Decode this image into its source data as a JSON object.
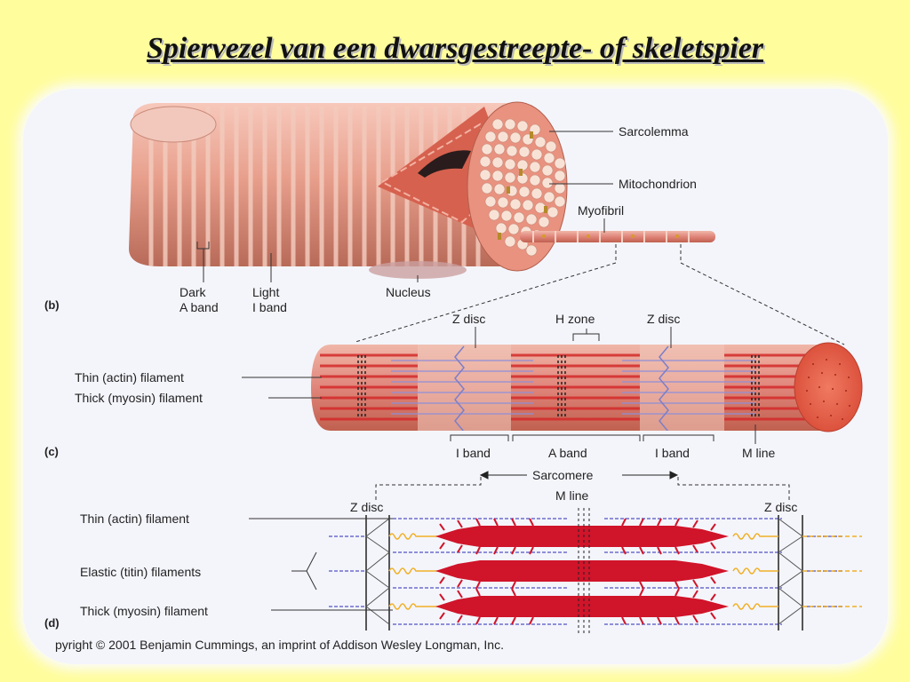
{
  "title": "Spiervezel van een dwarsgestreepte- of skeletspier",
  "panel_b": {
    "letter": "(b)",
    "sarcolemma": "Sarcolemma",
    "mitochondrion": "Mitochondrion",
    "myofibril": "Myofibril",
    "dark_line1": "Dark",
    "dark_line2": "A band",
    "light_line1": "Light",
    "light_line2": "I band",
    "nucleus": "Nucleus"
  },
  "panel_c": {
    "letter": "(c)",
    "z_disc_left": "Z disc",
    "h_zone": "H zone",
    "z_disc_right": "Z disc",
    "thin_filament": "Thin (actin) filament",
    "thick_filament": "Thick (myosin) filament",
    "i_band_left": "I band",
    "a_band": "A band",
    "i_band_right": "I band",
    "m_line": "M line",
    "sarcomere": "Sarcomere"
  },
  "panel_d": {
    "letter": "(d)",
    "z_disc_left": "Z disc",
    "m_line": "M line",
    "z_disc_right": "Z disc",
    "thin_filament": "Thin (actin) filament",
    "elastic_filaments": "Elastic (titin) filaments",
    "thick_filament": "Thick (myosin) filament"
  },
  "copyright": "pyright © 2001 Benjamin Cummings, an imprint of Addison Wesley Longman, Inc.",
  "colors": {
    "background": "#fffd9c",
    "panel": "#f4f5fb",
    "fiber": "#e39a86",
    "actin": "#8e8fd8",
    "myosin": "#d0142a",
    "titin": "#f0b028"
  }
}
